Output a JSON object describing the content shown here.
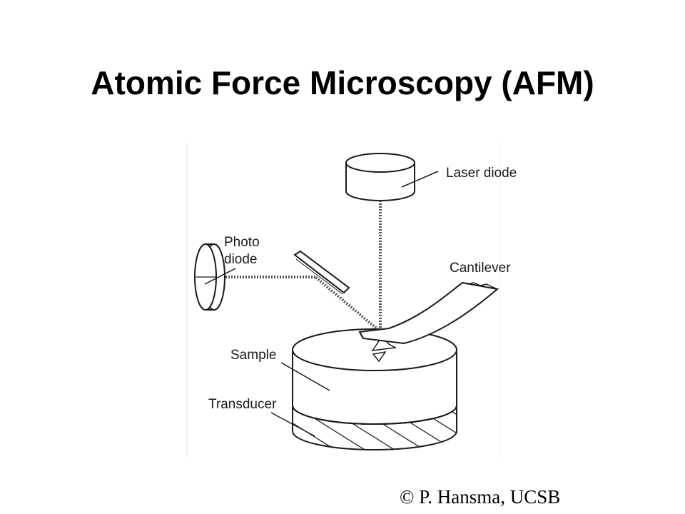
{
  "slide": {
    "title": "Atomic Force Microscopy (AFM)",
    "credit": "© P. Hansma, UCSB"
  },
  "diagram": {
    "labels": {
      "laser_diode": "Laser diode",
      "photo_diode_line1": "Photo",
      "photo_diode_line2": "diode",
      "cantilever": "Cantilever",
      "sample": "Sample",
      "transducer": "Transducer"
    }
  }
}
